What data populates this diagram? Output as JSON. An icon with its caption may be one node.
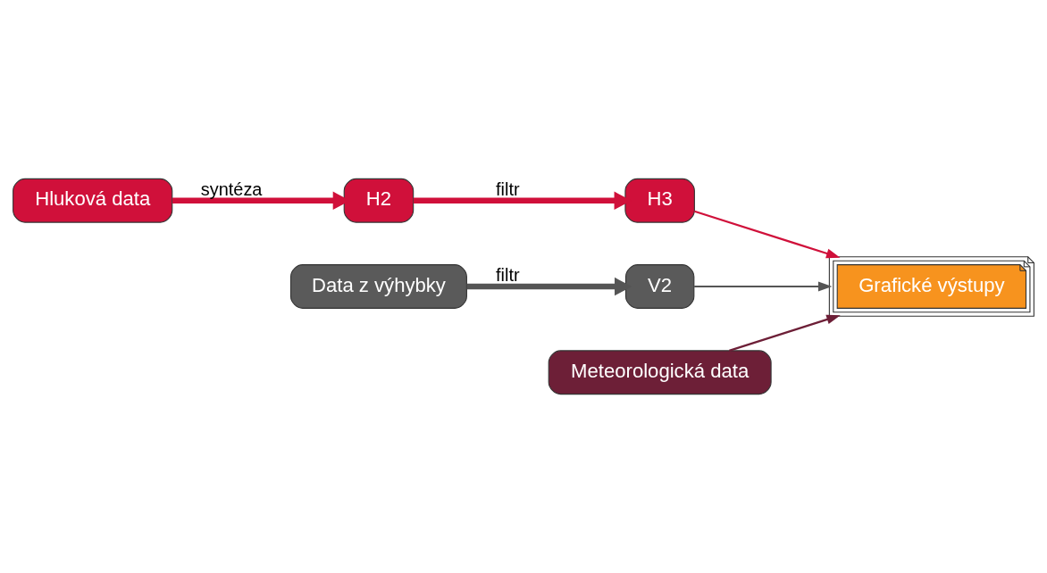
{
  "diagram": {
    "nodes": [
      {
        "text": [
          "Hluková data"
        ]
      },
      {
        "text": [
          "H2"
        ]
      },
      {
        "text": [
          "H3"
        ]
      },
      {
        "text": [
          "Data z výhybky"
        ]
      },
      {
        "text": [
          "V2"
        ]
      },
      {
        "text": [
          "Meteorologická data"
        ]
      },
      {
        "text": [
          "Grafické výstupy"
        ]
      }
    ],
    "edges": [
      {
        "from": 0,
        "to": 1,
        "arrow": "to",
        "label": "syntéza",
        "style": "thick",
        "color": "#d0103a"
      },
      {
        "from": 1,
        "to": 2,
        "arrow": "to",
        "label": "filtr",
        "style": "thick",
        "color": "#d0103a"
      },
      {
        "from": 2,
        "to": 6,
        "arrow": "to",
        "color": "#d0103a"
      },
      {
        "from": 3,
        "to": 4,
        "arrow": "to",
        "label": "filtr",
        "style": "thick",
        "color": "#555555"
      },
      {
        "from": 4,
        "to": 6,
        "arrow": "to",
        "color": "#555555"
      },
      {
        "from": 5,
        "to": 6,
        "arrow": "to",
        "color": "#6d1f37"
      }
    ]
  }
}
